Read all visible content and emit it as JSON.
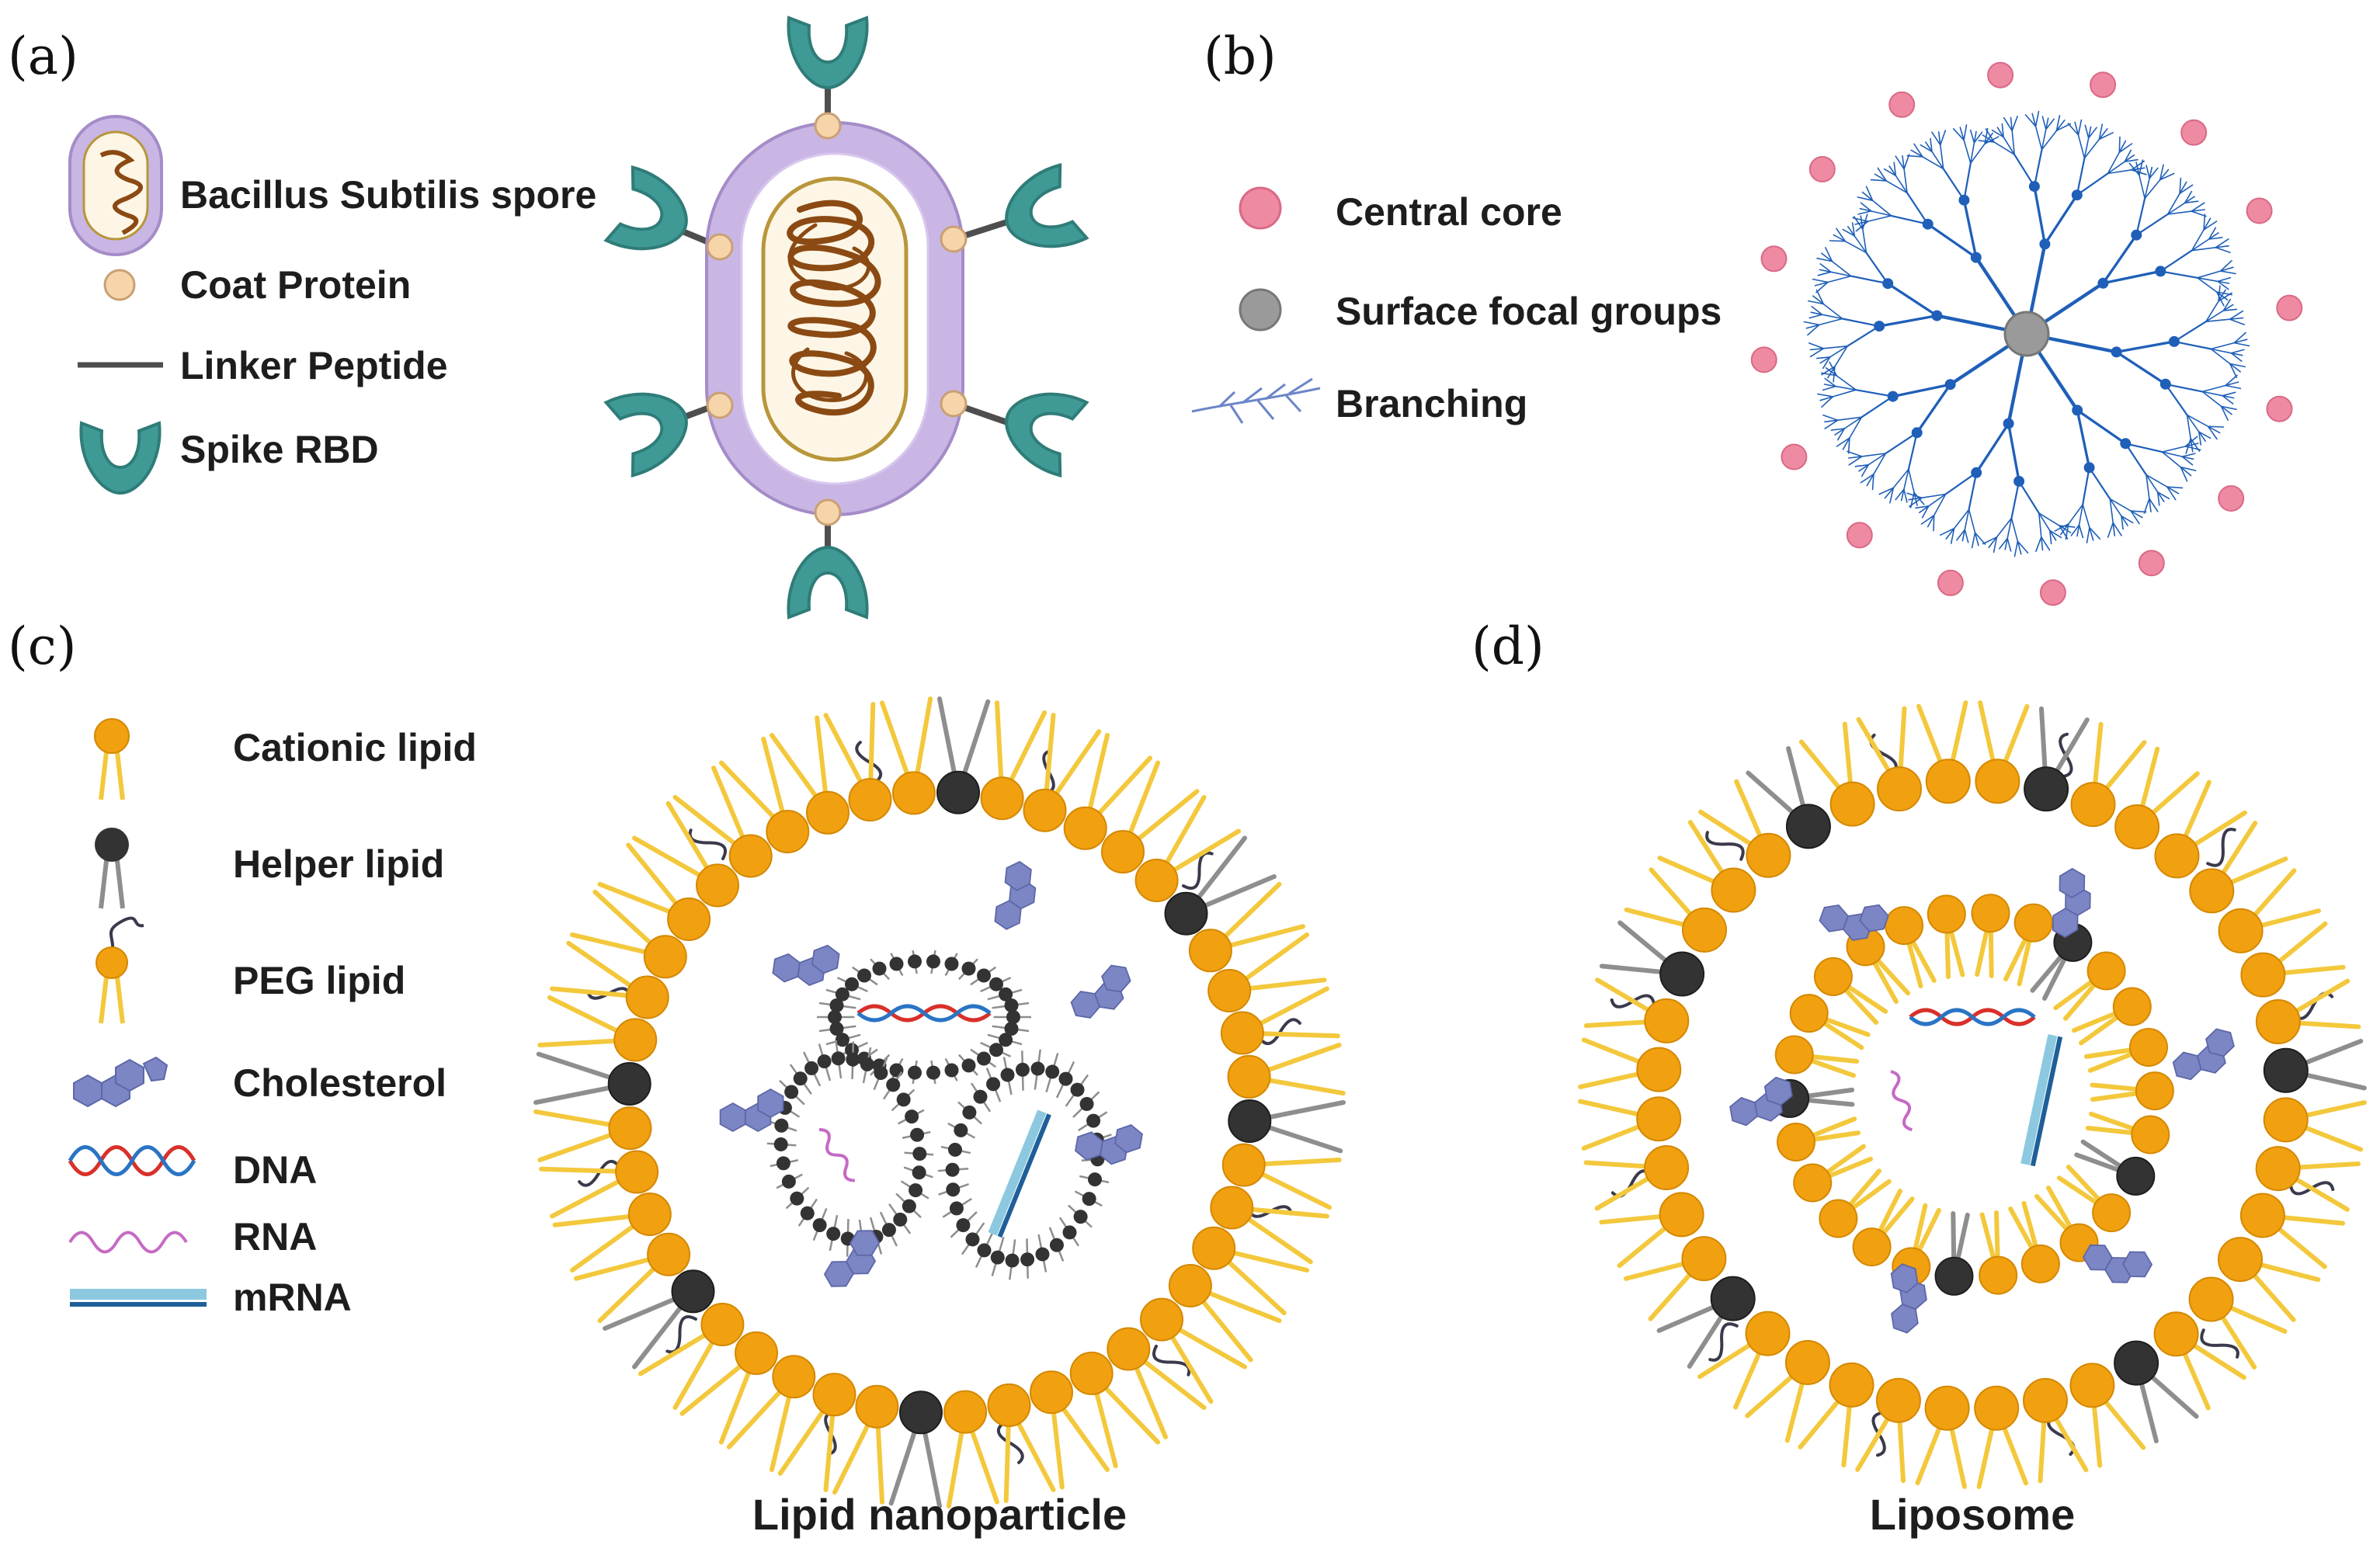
{
  "panels": {
    "a": {
      "label": "(a)",
      "legend": [
        "Bacillus Subtilis spore",
        "Coat Protein",
        "Linker Peptide",
        "Spike RBD"
      ]
    },
    "b": {
      "label": "(b)",
      "legend": [
        "Central core",
        "Surface focal groups",
        "Branching"
      ]
    },
    "c": {
      "label": "(c)",
      "legend": [
        "Cationic lipid",
        "Helper lipid",
        "PEG lipid",
        "Cholesterol",
        "DNA",
        "RNA",
        "mRNA"
      ],
      "caption": "Lipid nanoparticle"
    },
    "d": {
      "label": "(d)",
      "caption": "Liposome"
    }
  },
  "colors": {
    "spore_coat": "#c9b6e4",
    "spore_core": "#fdf6e6",
    "coat_protein": "#f6d5aa",
    "linker": "#4e4e4e",
    "spike_rbd": "#3f9a96",
    "dendrimer": "#1f5fb8",
    "central_core": "#ef8aa3",
    "surface_focal": "#8c8c8c",
    "cationic_lipid": "#f1a010",
    "lipid_tail": "#f3c83c",
    "helper_lipid": "#333333",
    "peg": "#3a3a4c",
    "cholesterol": "#7c86c4",
    "dna_red": "#d9302a",
    "dna_blue": "#2a74c4",
    "rna": "#c56ac4",
    "mrna": "#8cc9e0"
  }
}
